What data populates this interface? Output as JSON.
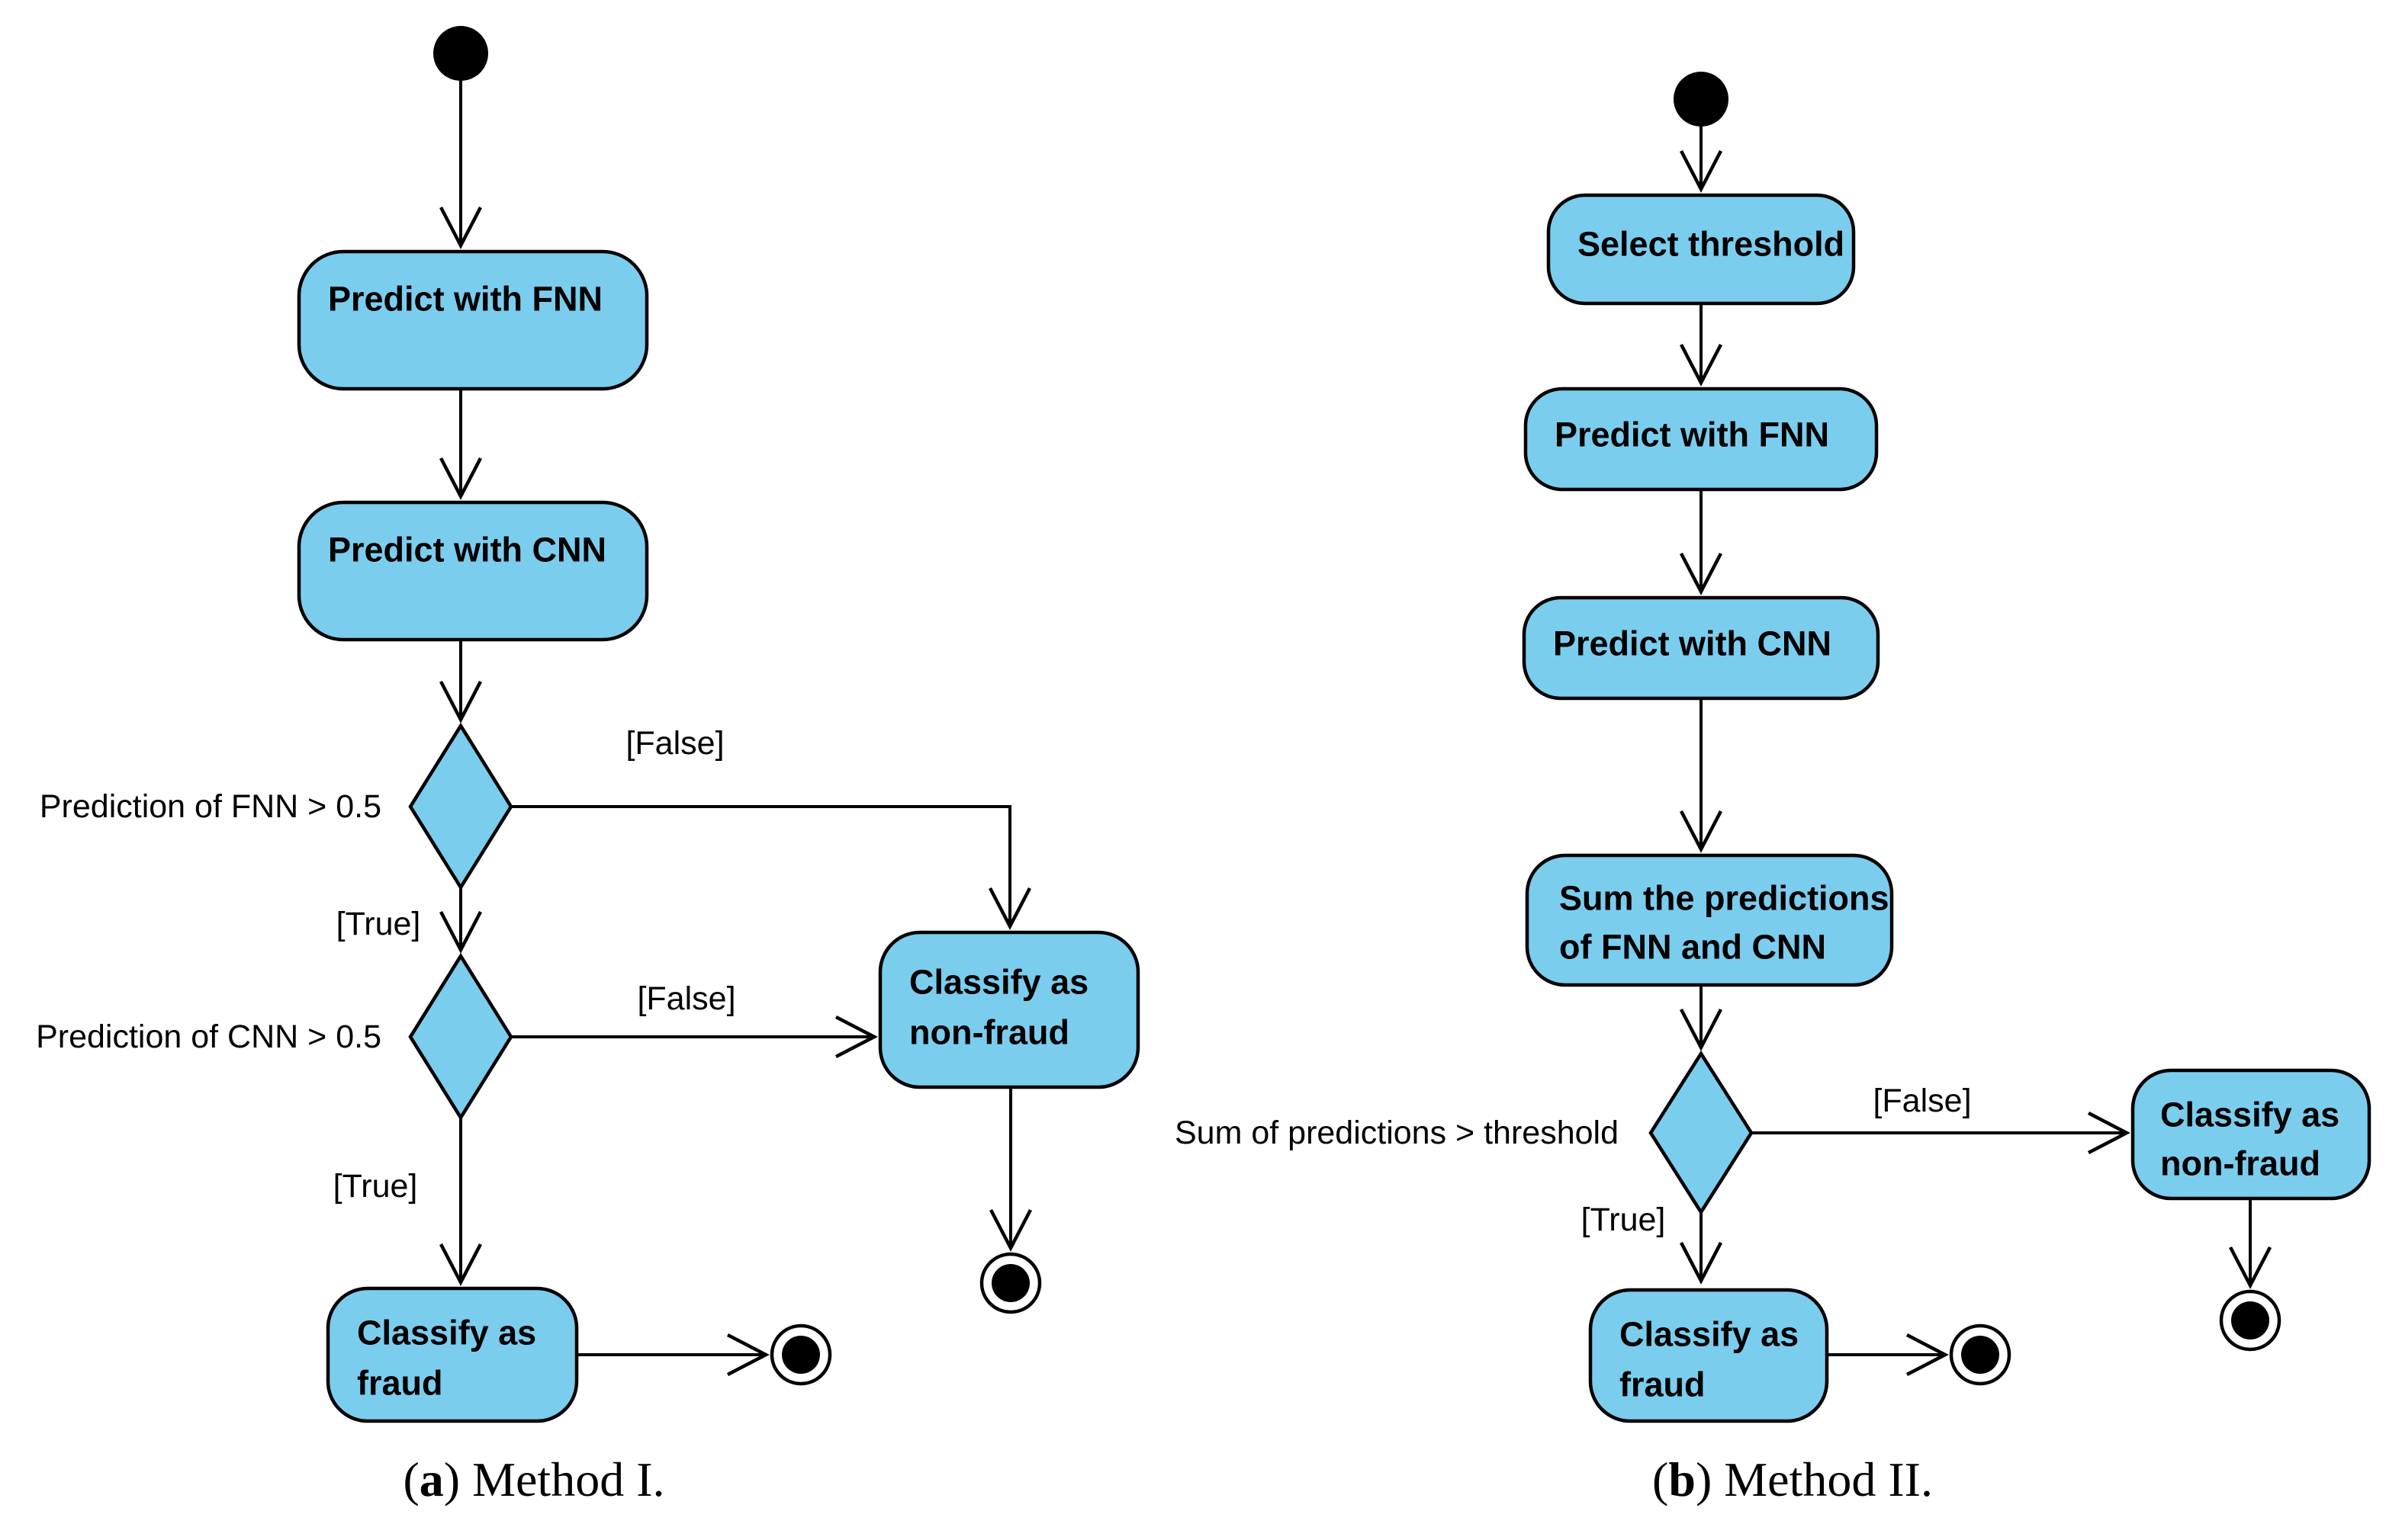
{
  "colors": {
    "node_fill": "#7bcdee",
    "node_stroke": "#000000",
    "text": "#000000",
    "background": "#ffffff"
  },
  "a": {
    "caption": {
      "open": "(",
      "letter": "a",
      "rest": ") Method I."
    },
    "activities": {
      "predict_fnn": "Predict with FNN",
      "predict_cnn": "Predict with CNN",
      "nonfraud": [
        "Classify as",
        "non-fraud"
      ],
      "fraud": [
        "Classify as",
        "fraud"
      ]
    },
    "conditions": {
      "fnn": "Prediction of FNN > 0.5",
      "cnn": "Prediction of CNN > 0.5"
    },
    "guards": {
      "fnn_true": "[True]",
      "fnn_false": "[False]",
      "cnn_true": "[True]",
      "cnn_false": "[False]"
    }
  },
  "b": {
    "caption": {
      "open": "(",
      "letter": "b",
      "rest": ") Method II."
    },
    "activities": {
      "select_threshold": "Select threshold",
      "predict_fnn": "Predict with FNN",
      "predict_cnn": "Predict with CNN",
      "sum": [
        "Sum the predictions",
        "of FNN and CNN"
      ],
      "nonfraud": [
        "Classify as",
        "non-fraud"
      ],
      "fraud": [
        "Classify as",
        "fraud"
      ]
    },
    "condition": "Sum of predictions > threshold",
    "guards": {
      "true": "[True]",
      "false": "[False]"
    }
  }
}
